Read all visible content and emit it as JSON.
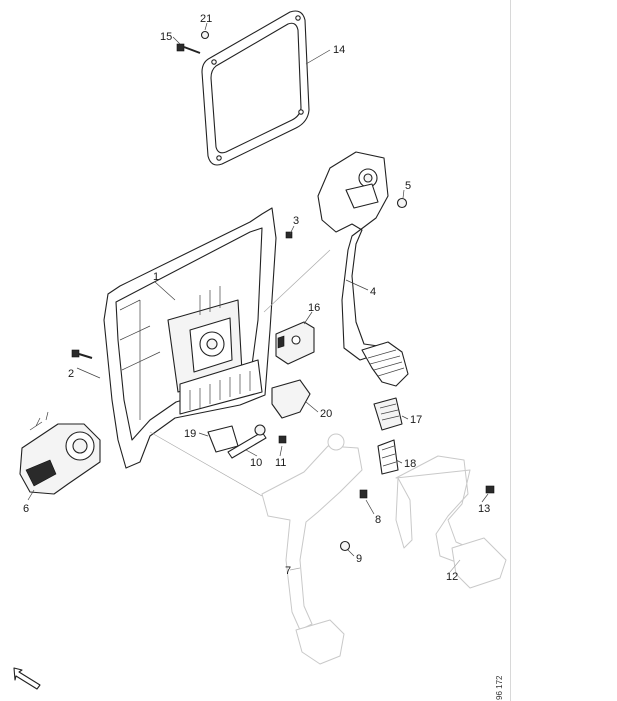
{
  "diagram": {
    "callouts": [
      {
        "id": "1",
        "label": "1"
      },
      {
        "id": "2",
        "label": "2"
      },
      {
        "id": "3",
        "label": "3"
      },
      {
        "id": "4",
        "label": "4"
      },
      {
        "id": "5",
        "label": "5"
      },
      {
        "id": "6",
        "label": "6"
      },
      {
        "id": "7",
        "label": "7"
      },
      {
        "id": "8",
        "label": "8"
      },
      {
        "id": "9",
        "label": "9"
      },
      {
        "id": "10",
        "label": "10"
      },
      {
        "id": "11",
        "label": "11"
      },
      {
        "id": "12",
        "label": "12"
      },
      {
        "id": "13",
        "label": "13"
      },
      {
        "id": "14",
        "label": "14"
      },
      {
        "id": "15",
        "label": "15"
      },
      {
        "id": "16",
        "label": "16"
      },
      {
        "id": "17",
        "label": "17"
      },
      {
        "id": "18",
        "label": "18"
      },
      {
        "id": "19",
        "label": "19"
      },
      {
        "id": "20",
        "label": "20"
      },
      {
        "id": "21",
        "label": "21"
      }
    ],
    "reference_code": "96 172",
    "direction_icon": "arrow-forward-icon"
  }
}
